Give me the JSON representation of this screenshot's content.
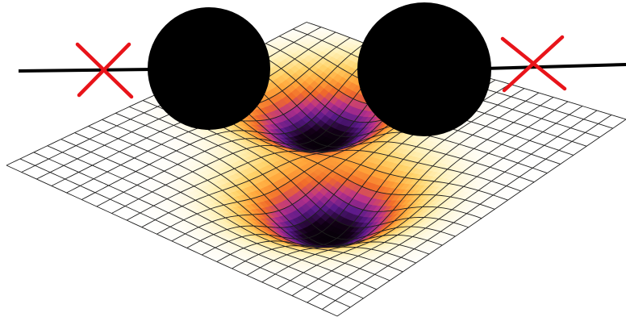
{
  "diagram": {
    "type": "potential-well-surface",
    "description_visible_text": "",
    "surface": {
      "grid_lines": 22,
      "wells": [
        {
          "id": "left",
          "depth": 1.0
        },
        {
          "id": "right",
          "depth": 1.0
        }
      ],
      "colormap": [
        "#ffffff",
        "#fff1b8",
        "#ffd36a",
        "#ffa53a",
        "#f06a2a",
        "#b9318a",
        "#5b1a8a",
        "#120016",
        "#000000"
      ],
      "grid_line_color": "#1e1e1e"
    },
    "bodies": [
      {
        "id": "left-ball",
        "color": "#000000"
      },
      {
        "id": "right-ball",
        "color": "#000000"
      }
    ],
    "markers": [
      {
        "id": "left-cross",
        "color": "#e8141a"
      },
      {
        "id": "right-cross",
        "color": "#e8141a"
      }
    ],
    "axis_line_color": "#000000"
  }
}
